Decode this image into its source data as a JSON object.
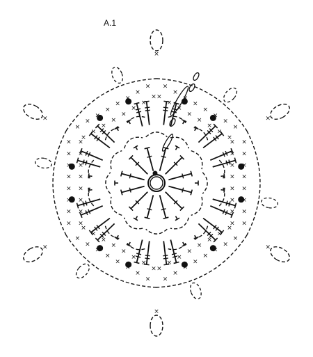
{
  "chart_label": "A.1",
  "colors": {
    "ink": "#111111",
    "background": "#ffffff"
  },
  "symbols": {
    "single_crochet": "×",
    "chain": "oval",
    "double_crochet": "stem-with-bar",
    "cluster_dot": "filled-circle",
    "slip_ring": "double-circle",
    "picot": "dashed-loop"
  }
}
